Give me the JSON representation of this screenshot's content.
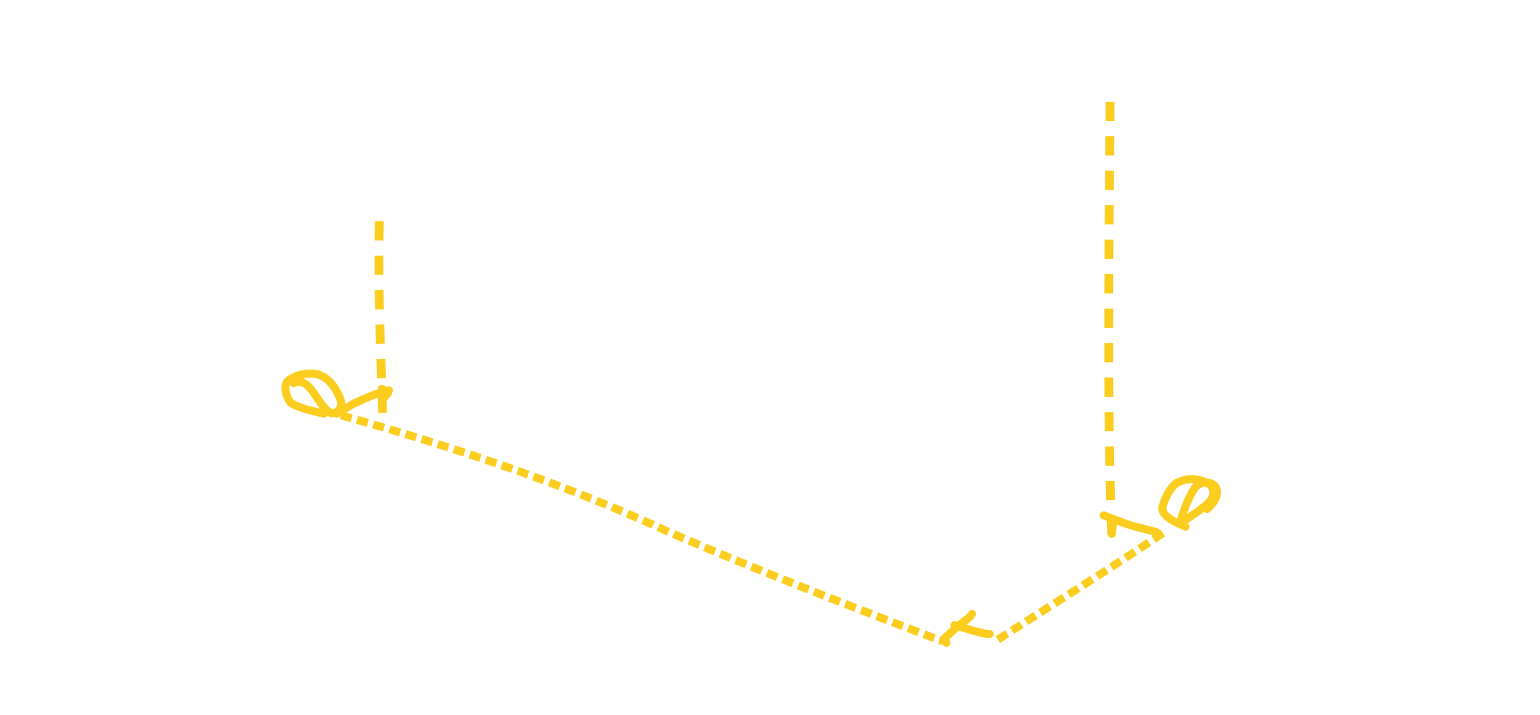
{
  "canvas": {
    "background": "#ffffff"
  },
  "sketch": {
    "stroke_color": "#fbcd1f",
    "line_style": "dashed hand-drawn",
    "elements": [
      {
        "name": "left-vertical-guide",
        "kind": "dashed-line"
      },
      {
        "name": "right-vertical-guide",
        "kind": "dashed-line"
      },
      {
        "name": "floor-guide-left",
        "kind": "dashed-line"
      },
      {
        "name": "floor-guide-right",
        "kind": "dashed-line"
      },
      {
        "name": "left-drop-mark",
        "kind": "loop-arrow"
      },
      {
        "name": "right-drop-mark",
        "kind": "loop-arrow"
      },
      {
        "name": "corner-tick-mark",
        "kind": "tick"
      }
    ]
  }
}
